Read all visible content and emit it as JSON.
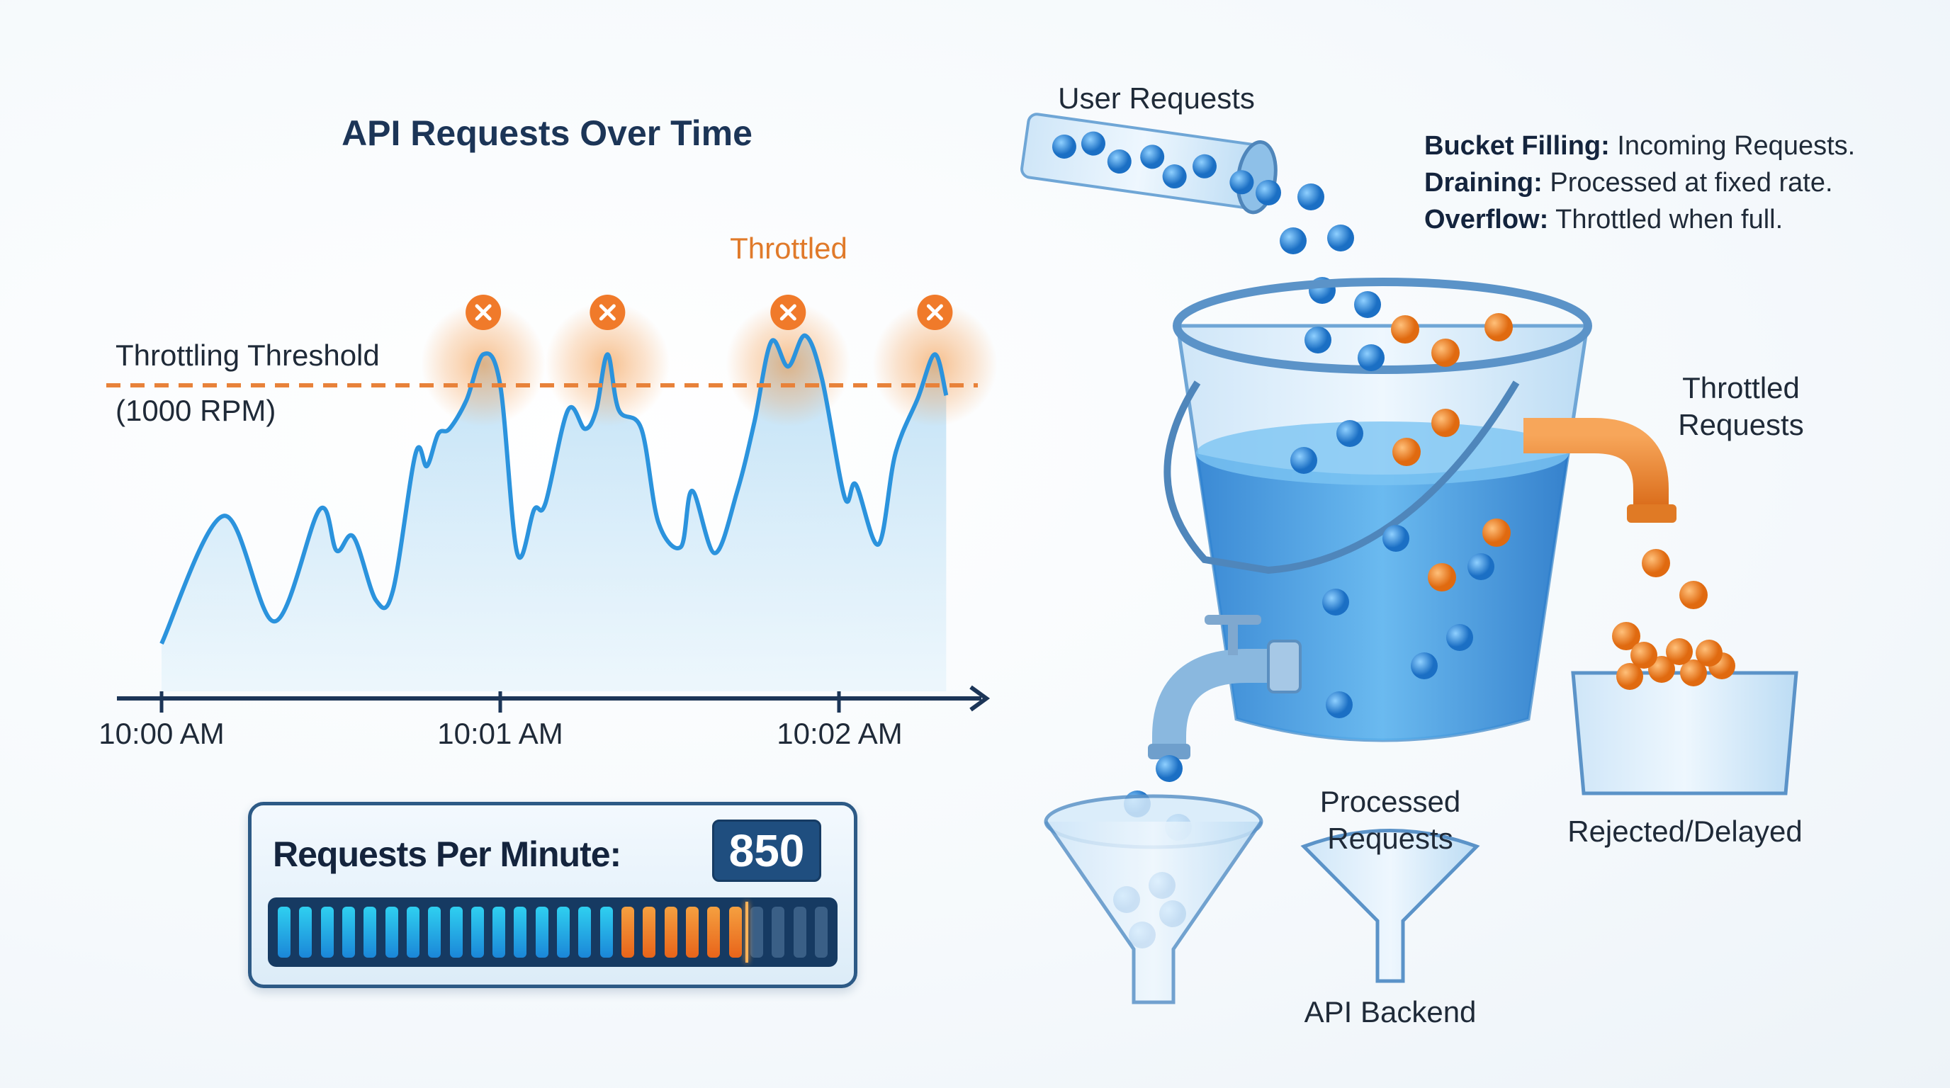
{
  "chart_data": {
    "type": "area",
    "title": "API Requests Over Time",
    "xlabel": "",
    "ylabel": "",
    "x_ticks": [
      "10:00 AM",
      "10:01 AM",
      "10:02 AM"
    ],
    "ylim": [
      0,
      1300
    ],
    "grid": false,
    "threshold": {
      "value": 1000,
      "label": "Throttling Threshold",
      "sublabel": "(1000 RPM)",
      "color": "#e8823a"
    },
    "throttled_label": "Throttled",
    "throttled_peaks": [
      "10:00:57",
      "10:01:19",
      "10:01:51",
      "10:02:17"
    ],
    "series": [
      {
        "color": "#2b93dd",
        "x": [
          "10:00:00",
          "10:00:11",
          "10:00:20",
          "10:00:28",
          "10:00:31",
          "10:00:34",
          "10:00:38",
          "10:00:41",
          "10:00:45",
          "10:00:47",
          "10:00:49",
          "10:00:51",
          "10:00:54",
          "10:00:57",
          "10:01:00",
          "10:01:03",
          "10:01:06",
          "10:01:08",
          "10:01:12",
          "10:01:15",
          "10:01:17",
          "10:01:19",
          "10:01:21",
          "10:01:25",
          "10:01:28",
          "10:01:32",
          "10:01:34",
          "10:01:38",
          "10:01:42",
          "10:01:45",
          "10:01:48",
          "10:01:51",
          "10:01:54",
          "10:01:57",
          "10:02:01",
          "10:02:03",
          "10:02:07",
          "10:02:10",
          "10:02:14",
          "10:02:17",
          "10:02:19"
        ],
        "values": [
          175,
          583,
          246,
          603,
          472,
          516,
          313,
          345,
          782,
          742,
          845,
          861,
          952,
          1099,
          1000,
          464,
          603,
          623,
          921,
          861,
          921,
          1099,
          921,
          861,
          563,
          484,
          663,
          464,
          663,
          881,
          1139,
          1060,
          1159,
          1020,
          643,
          683,
          492,
          782,
          960,
          1099,
          968
        ]
      }
    ]
  },
  "gauge": {
    "label": "Requests Per Minute:",
    "value": "850",
    "level": 0.85,
    "segments": 26,
    "warn_from": 0.62
  },
  "diagram": {
    "user_requests": "User Requests",
    "legend": [
      {
        "term": "Bucket Filling:",
        "desc": "Incoming Requests."
      },
      {
        "term": "Draining:",
        "desc": "Processed at fixed rate."
      },
      {
        "term": "Overflow:",
        "desc": "Throttled when full."
      }
    ],
    "throttled_requests": [
      "Throttled",
      "Requests"
    ],
    "rejected": "Rejected/Delayed",
    "processed": [
      "Processed",
      "Requests"
    ],
    "backend": "API Backend",
    "colors": {
      "request": "#2b8ee0",
      "throttled": "#f08a2c",
      "water": "#3d9be6"
    }
  }
}
